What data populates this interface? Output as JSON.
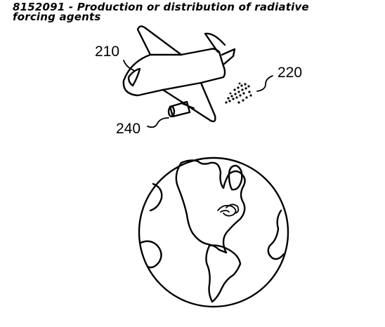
{
  "title": {
    "line1": "8152091 - Production or distribution of radiative",
    "line2": "forcing agents"
  },
  "labels": {
    "aircraft": "210",
    "agent": "220",
    "engine": "240"
  }
}
